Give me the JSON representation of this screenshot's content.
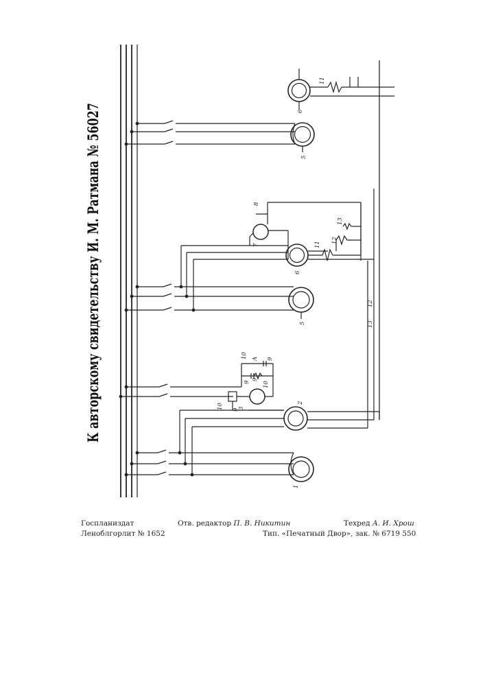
{
  "title": "К авторскому свидетельству И. М. Ратмана № 56027",
  "diagram": {
    "labels": {
      "motor_1": "1",
      "motor_2": "2",
      "motor_3": "3",
      "motor_5a": "5",
      "motor_6a": "6",
      "motor_5b": "5",
      "motor_6b": "6",
      "motor_7": "7",
      "group_left": [
        "9",
        "10",
        "9",
        "10",
        "9",
        "A",
        "9",
        "10"
      ],
      "group_mid": [
        "11",
        "12",
        "13",
        "8"
      ],
      "top_11": "11",
      "wire_12": "12",
      "wire_13": "13"
    }
  },
  "footer": {
    "publisher": "Госпланиздат",
    "license": "Леноблгорлит № 1652",
    "editor_prefix": "Отв. редактор",
    "editor_name": "П. В. Никитин",
    "tech_prefix": "Техред",
    "tech_name": "А. И. Хрош",
    "printing": "Тип. «Печатный Двор», зак. № 6719 550"
  }
}
